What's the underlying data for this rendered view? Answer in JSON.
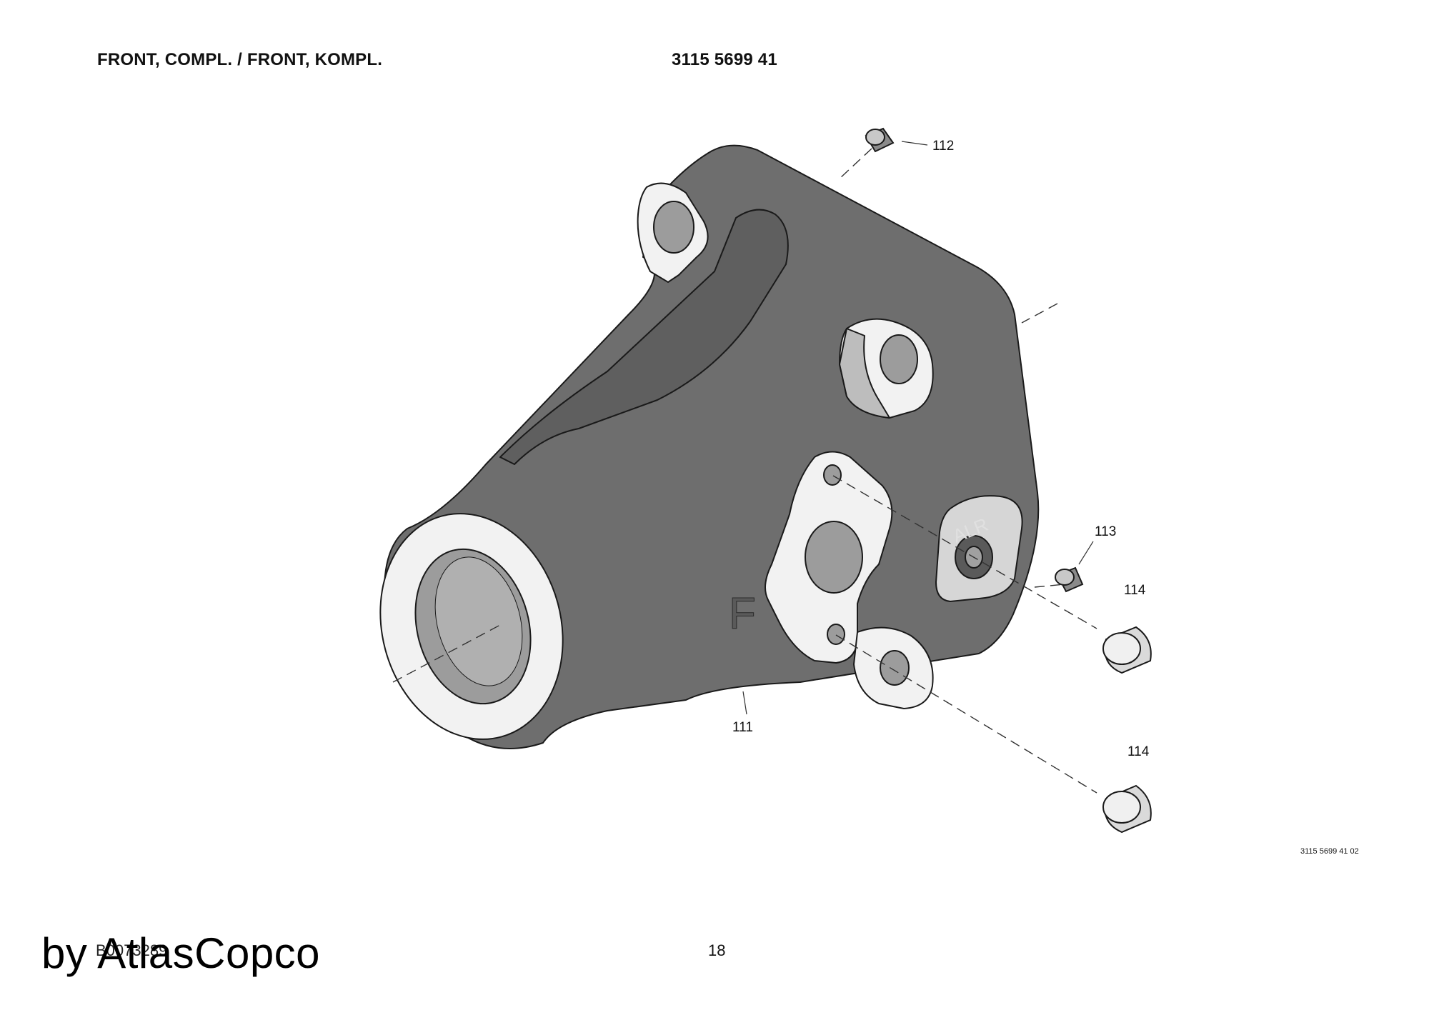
{
  "header": {
    "title": "FRONT, COMPL. / FRONT, KOMPL.",
    "part_number": "3115 5699 41"
  },
  "callouts": {
    "c111": "111",
    "c112": "112",
    "c113": "113",
    "c114a": "114",
    "c114b": "114"
  },
  "part_marks": {
    "alr": "ALR",
    "f": "F"
  },
  "drawing_ref": "3115 5699 41 02",
  "footer": {
    "doc_ref": "B0073289",
    "page": "18",
    "watermark": "by AtlasCopco"
  },
  "colors": {
    "body": "#6e6e6e",
    "dark": "#5a5a5a",
    "face": "#f2f2f2",
    "bore": "#9c9c9c",
    "outline": "#1a1a1a"
  }
}
